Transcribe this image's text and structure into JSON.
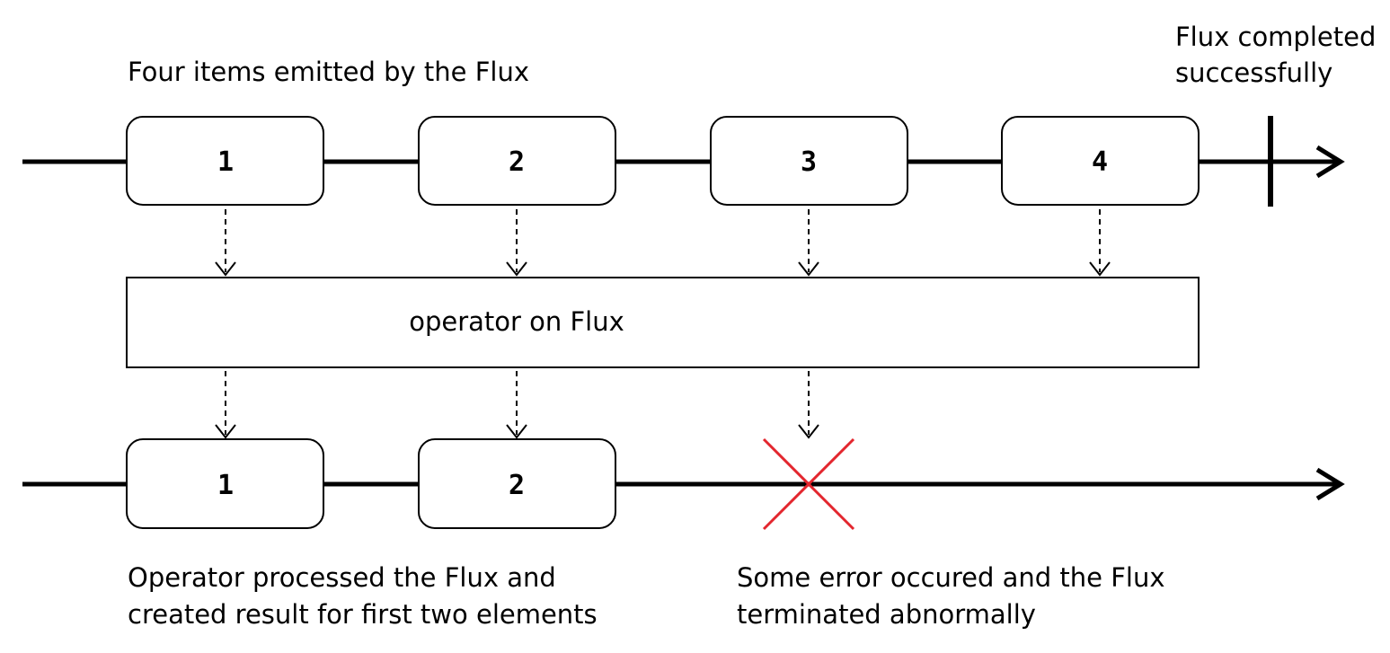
{
  "captions": {
    "top_left": "Four items emitted by the Flux",
    "top_right": [
      "Flux completed",
      "successfully"
    ],
    "bottom_left": [
      "Operator processed the Flux and",
      "created result for first two elements"
    ],
    "bottom_right": [
      "Some error occured and the Flux",
      "terminated abnormally"
    ]
  },
  "source_items": [
    "1",
    "2",
    "3",
    "4"
  ],
  "operator_label": "operator on Flux",
  "result_items": [
    "1",
    "2"
  ],
  "colors": {
    "line": "#000000",
    "error": "#e3262e",
    "box_fill": "#ffffff"
  },
  "icons": {
    "completion_marker": "vertical-bar-terminator",
    "error_marker": "red-x-cross"
  }
}
